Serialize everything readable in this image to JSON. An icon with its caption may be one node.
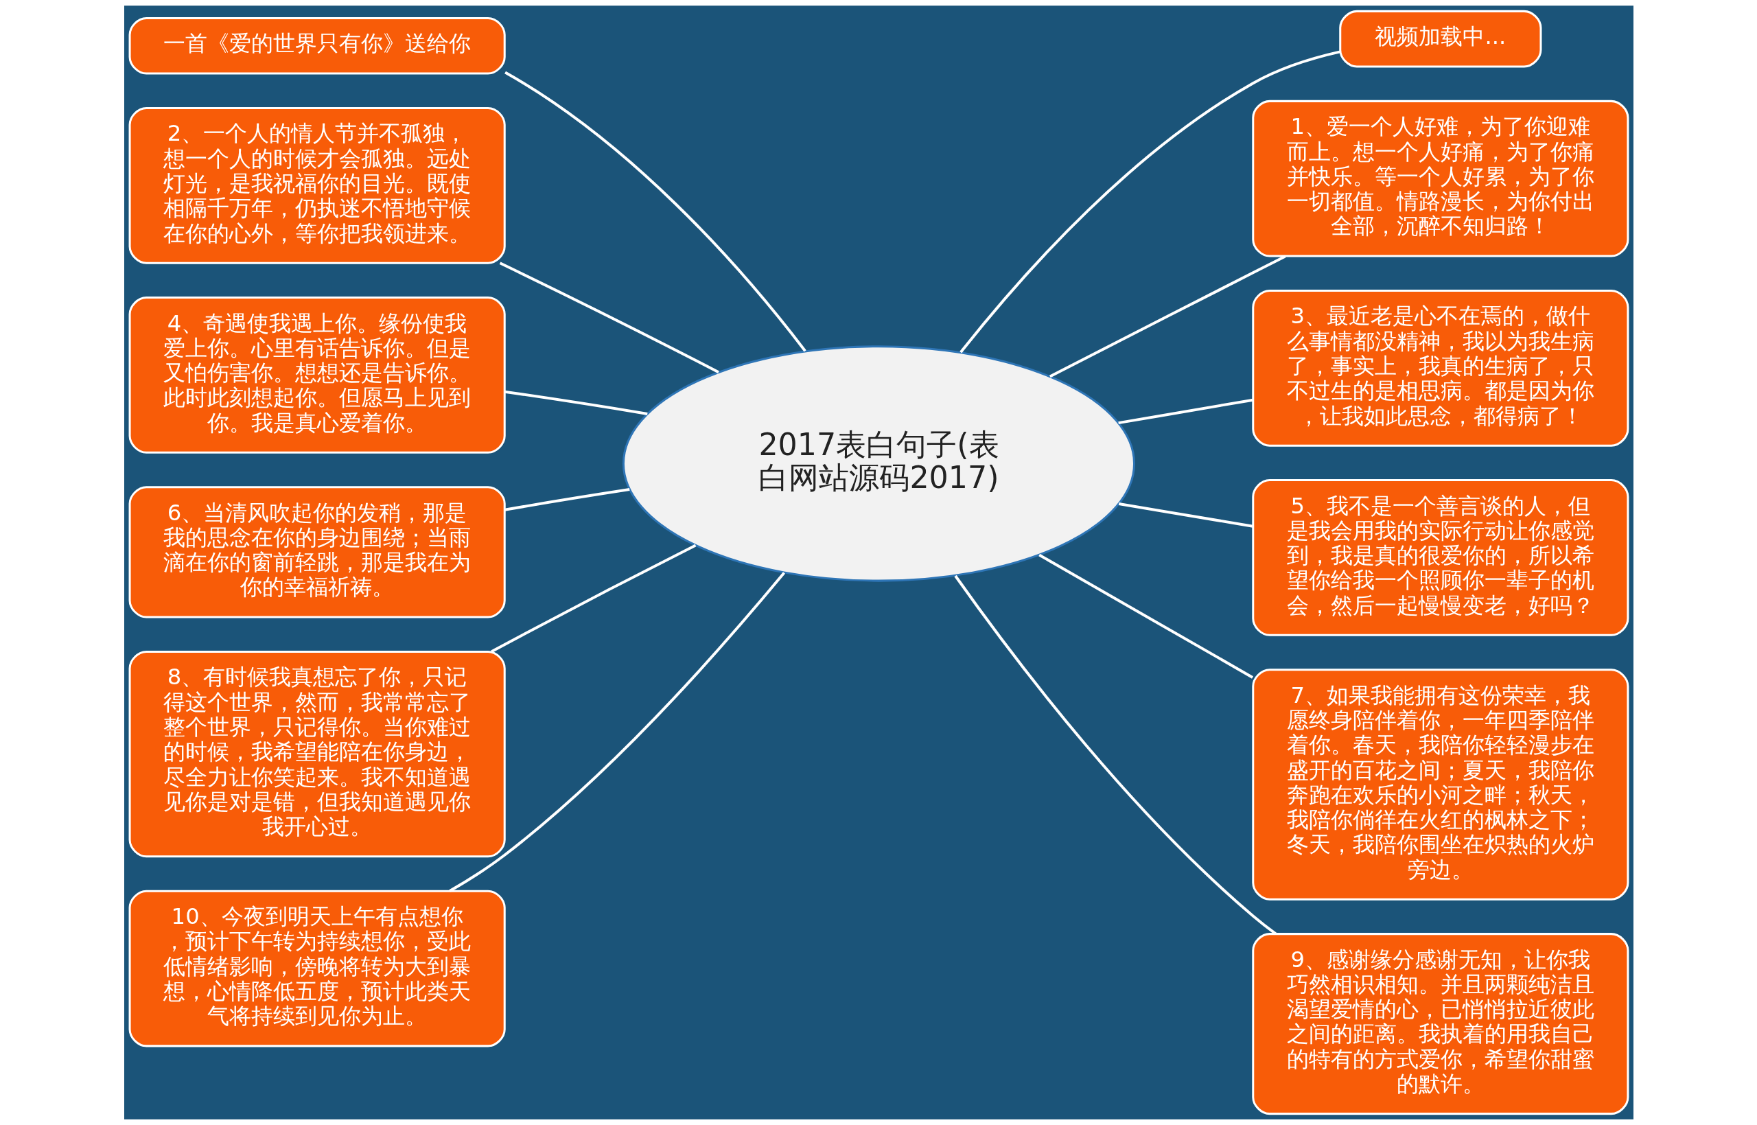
{
  "diagram": {
    "nodes": [
      {
        "text": [
          "2017表白句子(表白网站源码2017)"
        ]
      },
      {
        "text": [
          "一首《爱的世界只有你》送给你"
        ]
      },
      {
        "text": [
          "2、一个人的情人节并不孤独，想一个人的时候才会孤独。远处灯光，是我祝福你的目光。既使相隔千万年，仍执迷不悟地守候在你的心外，等你把我领进来。"
        ]
      },
      {
        "text": [
          "4、奇遇使我遇上你。缘份使我爱上你。心里有话告诉你。但是又怕伤害你。想想还是告诉你。此时此刻想起你。但愿马上见到你。我是真心爱着你。"
        ]
      },
      {
        "text": [
          "6、当清风吹起你的发稍，那是我的思念在你的身边围绕；当雨滴在你的窗前轻跳，那是我在为你的幸福祈祷。"
        ]
      },
      {
        "text": [
          "8、有时候我真想忘了你，只记得这个世界，然而，我常常忘了整个世界，只记得你。当你难过的时候，我希望能陪在你身边，尽全力让你笑起来。我不知道遇见你是对是错，但我知道遇见你我开心过。"
        ]
      },
      {
        "text": [
          "10、今夜到明天上午有点想你，预计下午转为持续想你，受此低情绪影响，傍晚将转为大到暴想，心情降低五度，预计此类天气将持续到见你为止。"
        ]
      },
      {
        "text": [
          "视频加载中..."
        ]
      },
      {
        "text": [
          "1、爱一个人好难，为了你迎难而上。想一个人好痛，为了你痛并快乐。等一个人好累，为了你一切都值。情路漫长，为你付出全部，沉醉不知归路！"
        ]
      },
      {
        "text": [
          "3、最近老是心不在焉的，做什么事情都没精神，我以为我生病了，事实上，我真的生病了，只不过生的是相思病。都是因为你，让我如此思念，都得病了！"
        ]
      },
      {
        "text": [
          "5、我不是一个善言谈的人，但是我会用我的实际行动让你感觉到，我是真的很爱你的，所以希望你给我一个照顾你一辈子的机会，然后一起慢慢变老，好吗？"
        ]
      },
      {
        "text": [
          "7、如果我能拥有这份荣幸，我愿终身陪伴着你，一年四季陪伴着你。春天，我陪你轻轻漫步在盛开的百花之间；夏天，我陪你奔跑在欢乐的小河之畔；秋天，我陪你倘徉在火红的枫林之下；冬天，我陪你围坐在炽热的火炉旁边。"
        ]
      },
      {
        "text": [
          "9、感谢缘分感谢无知，让你我巧然相识相知。并且两颗纯洁且渴望爱情的心，已悄悄拉近彼此之间的距离。我执着的用我自己的特有的方式爱你，希望你甜蜜的默许。"
        ]
      }
    ],
    "edges": [
      {
        "from": 0,
        "to": 1,
        "arrow": "none"
      },
      {
        "from": 0,
        "to": 2,
        "arrow": "none"
      },
      {
        "from": 0,
        "to": 3,
        "arrow": "none"
      },
      {
        "from": 0,
        "to": 4,
        "arrow": "none"
      },
      {
        "from": 0,
        "to": 5,
        "arrow": "none"
      },
      {
        "from": 0,
        "to": 6,
        "arrow": "none"
      },
      {
        "from": 0,
        "to": 7,
        "arrow": "none"
      },
      {
        "from": 0,
        "to": 8,
        "arrow": "none"
      },
      {
        "from": 0,
        "to": 9,
        "arrow": "none"
      },
      {
        "from": 0,
        "to": 10,
        "arrow": "none"
      },
      {
        "from": 0,
        "to": 11,
        "arrow": "none"
      },
      {
        "from": 0,
        "to": 12,
        "arrow": "none"
      }
    ]
  }
}
